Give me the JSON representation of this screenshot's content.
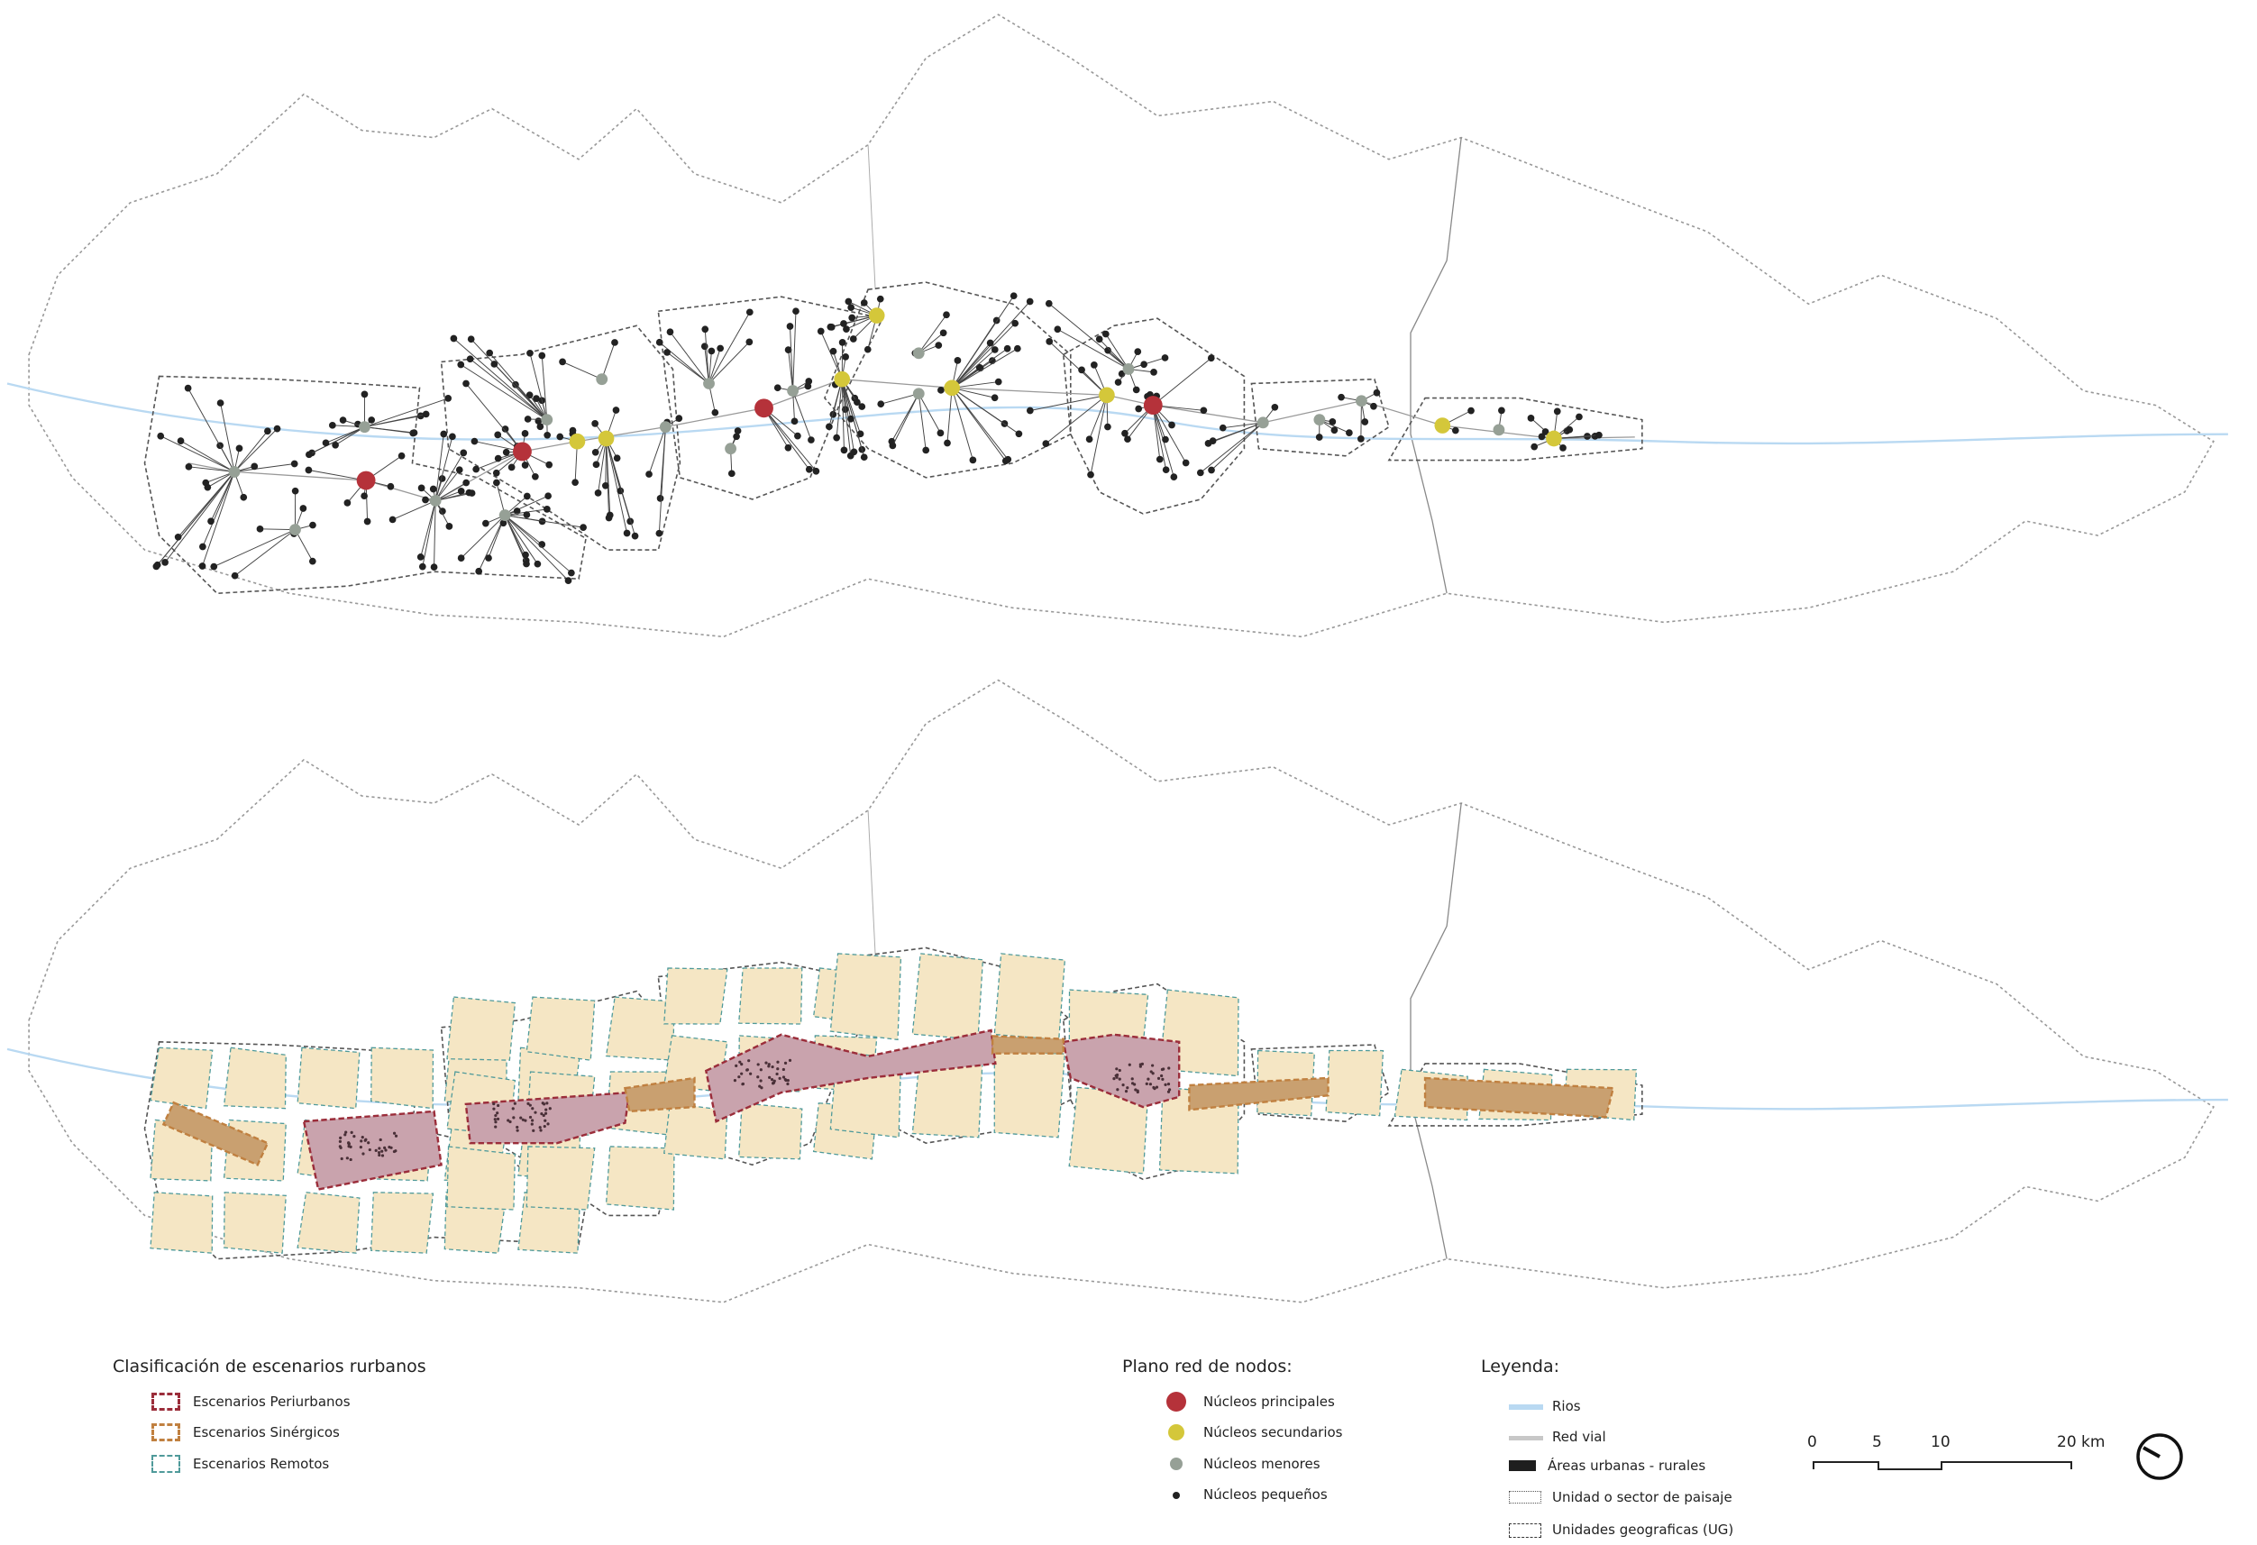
{
  "classification_legend": {
    "title": "Clasificación de escenarios rurbanos",
    "items": [
      {
        "label": "Escenarios Periurbanos",
        "color": "#9b2d3a"
      },
      {
        "label": "Escenarios Sinérgicos",
        "color": "#c08040"
      },
      {
        "label": "Escenarios Remotos",
        "color": "#4f9a9a"
      }
    ]
  },
  "nodes_legend": {
    "title": "Plano red de nodos:",
    "items": [
      {
        "label": "Núcleos principales",
        "color": "#b5323a"
      },
      {
        "label": "Núcleos secundarios",
        "color": "#d4c73a"
      },
      {
        "label": "Núcleos menores",
        "color": "#96a096"
      },
      {
        "label": "Núcleos pequeños",
        "color": "#222222"
      }
    ]
  },
  "general_legend": {
    "title": "Leyenda:",
    "items": [
      {
        "label": "Rios",
        "color": "#b9d9f2"
      },
      {
        "label": "Red vial",
        "color": "#c8c8c8"
      },
      {
        "label": "Áreas urbanas - rurales",
        "color": "#1e1e1e"
      },
      {
        "label": "Unidad o sector de paisaje",
        "color": "#555555"
      },
      {
        "label": "Unidades geograficas (UG)",
        "color": "#333333"
      }
    ]
  },
  "scale_bar": {
    "labels": [
      "0",
      "5",
      "10",
      "20 km"
    ]
  },
  "north_arrow": {
    "icon": "north-compass-icon"
  }
}
